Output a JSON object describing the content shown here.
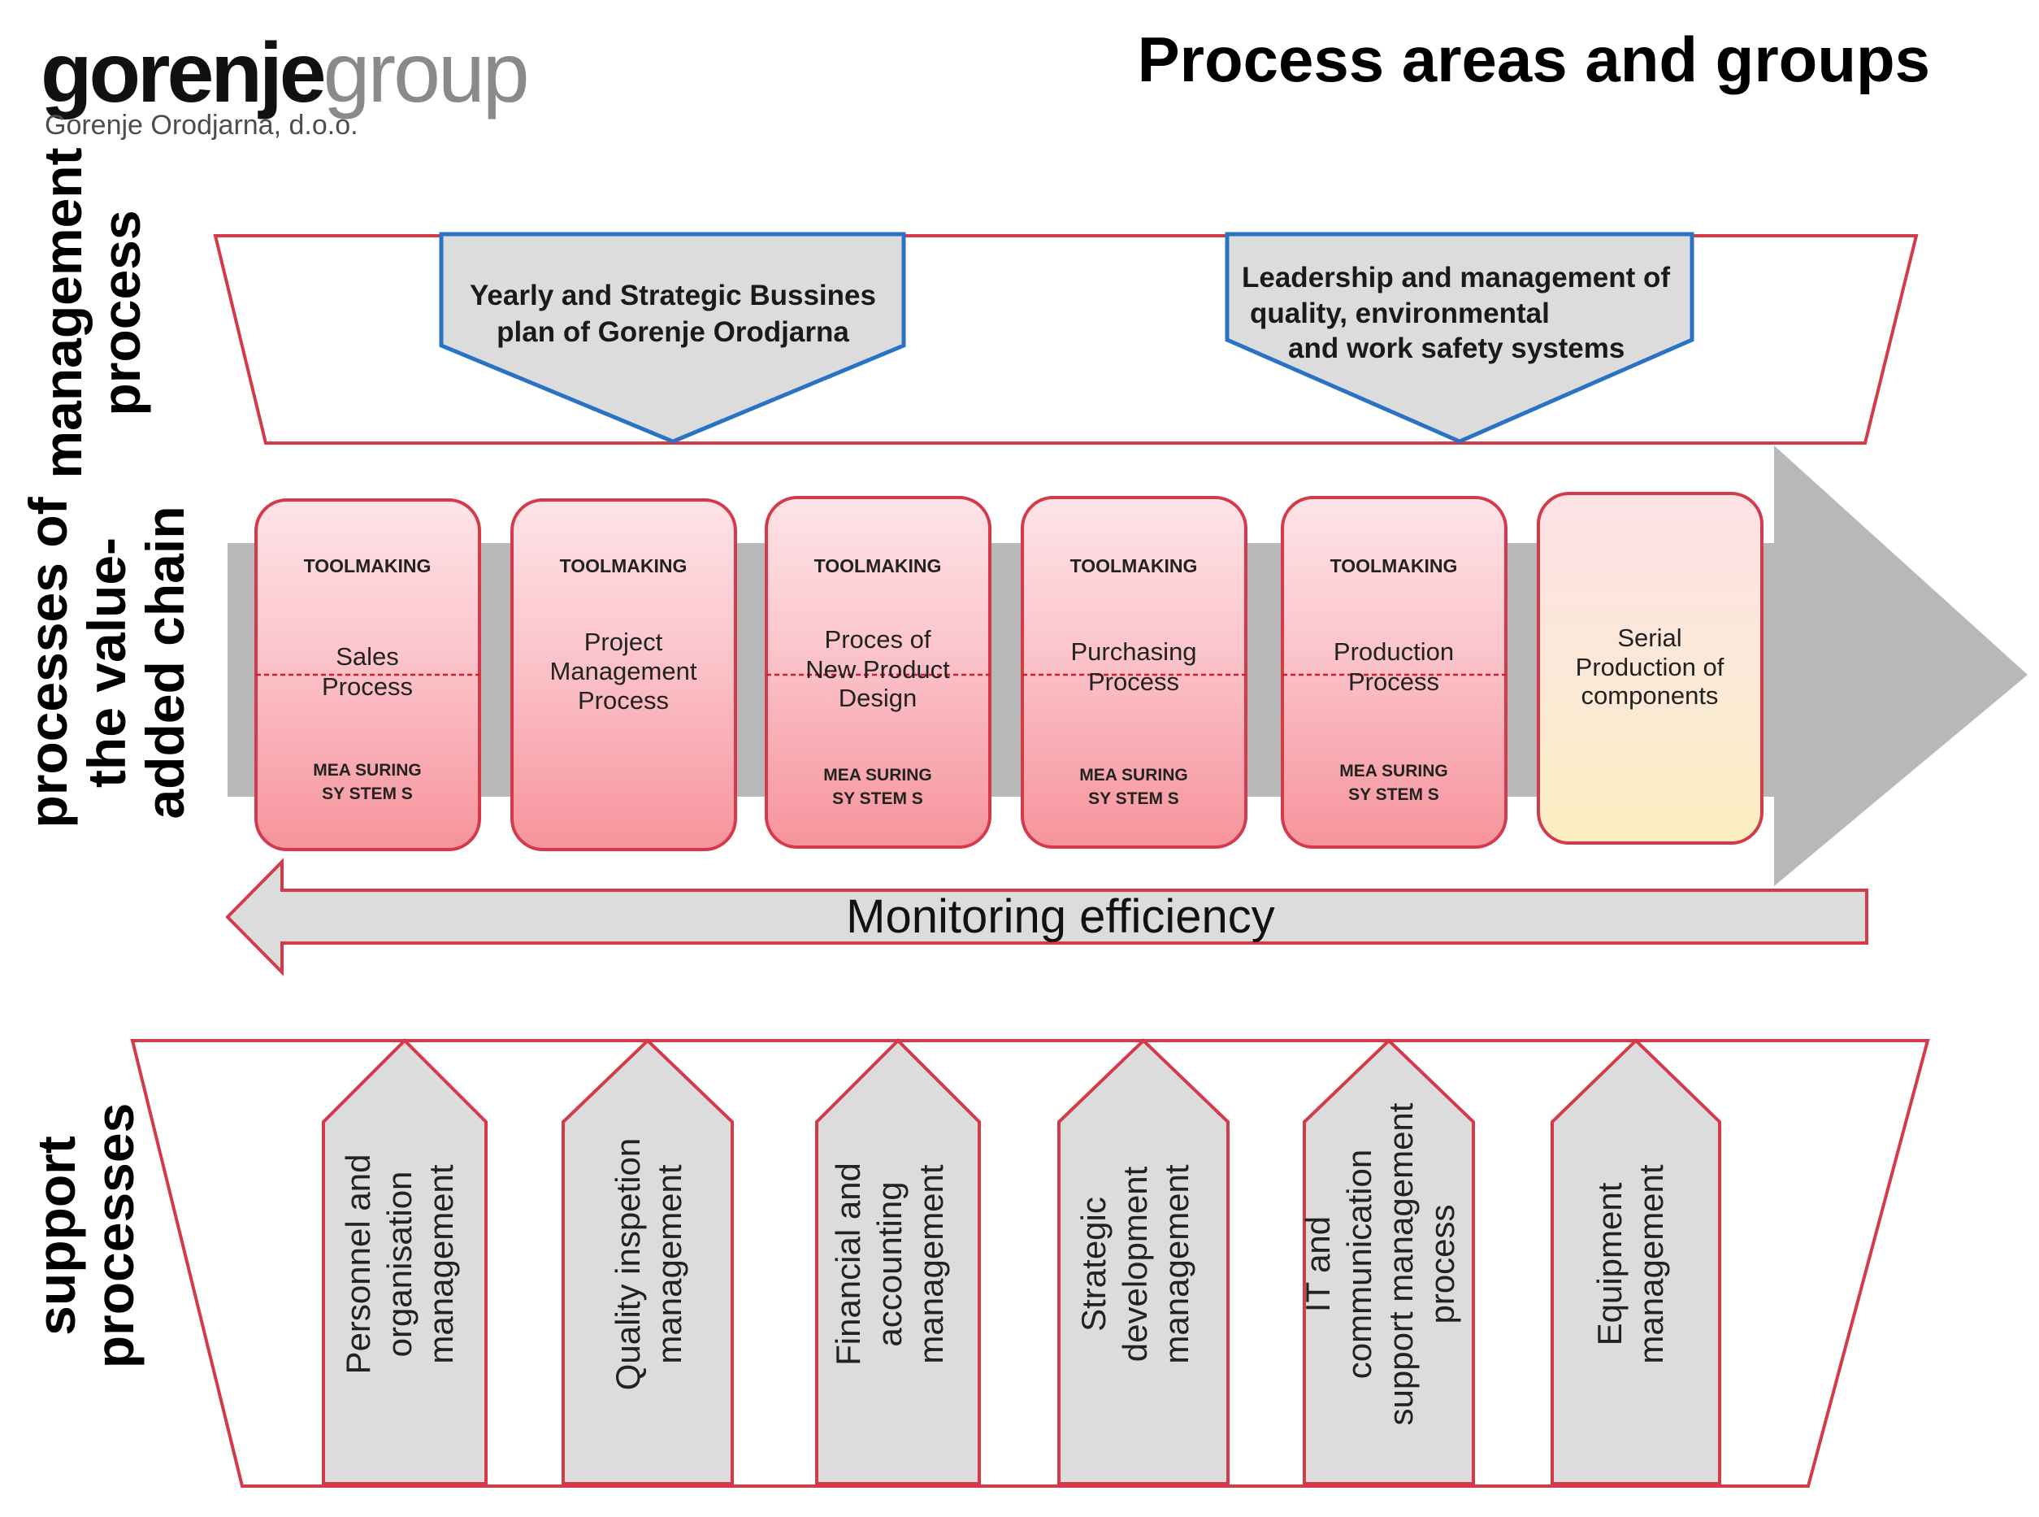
{
  "header": {
    "logo_bold": "gorenje",
    "logo_light": "group",
    "company": "Gorenje Orodjarna, d.o.o.",
    "title": "Process areas and groups"
  },
  "sections": {
    "management": [
      "management",
      "process"
    ],
    "value_chain": [
      "processes of",
      "the value-",
      "added chain"
    ],
    "support": [
      "support",
      "processes"
    ]
  },
  "management_boxes": [
    {
      "lines": [
        "Yearly and Strategic Bussines",
        "plan of Gorenje Orodjarna"
      ]
    },
    {
      "lines": [
        "Leadership and management of",
        "quality, environmental",
        "and work safety systems"
      ]
    }
  ],
  "value_chain": [
    {
      "top": "TOOLMAKING",
      "lines": [
        "Sales",
        "Process"
      ],
      "bottom": [
        "MEA SURING",
        "SY STEM S"
      ]
    },
    {
      "top": "TOOLMAKING",
      "lines": [
        "Project",
        "Management",
        "Process"
      ],
      "bottom": [
        "",
        ""
      ]
    },
    {
      "top": "TOOLMAKING",
      "lines": [
        "Proces of",
        "New Product",
        "Design"
      ],
      "bottom": [
        "MEA SURING",
        "SY STEM S"
      ]
    },
    {
      "top": "TOOLMAKING",
      "lines": [
        "Purchasing",
        "Process"
      ],
      "bottom": [
        "MEA SURING",
        "SY STEM S"
      ]
    },
    {
      "top": "TOOLMAKING",
      "lines": [
        "Production",
        "Process"
      ],
      "bottom": [
        "MEA SURING",
        "SY STEM S"
      ]
    },
    {
      "top": "",
      "lines": [
        "Serial",
        "Production of",
        "components"
      ],
      "bottom": [
        "",
        ""
      ]
    }
  ],
  "monitoring": "Monitoring efficiency",
  "support": [
    {
      "lines": [
        "Personnel and",
        "organisation",
        "management"
      ]
    },
    {
      "lines": [
        "Quality inspetion",
        "management"
      ]
    },
    {
      "lines": [
        "Financial and",
        "accounting",
        "management"
      ]
    },
    {
      "lines": [
        "Strategic",
        "development",
        "management"
      ]
    },
    {
      "lines": [
        "IT and",
        "communication",
        "support management",
        "process"
      ]
    },
    {
      "lines": [
        "Equipment",
        "management"
      ]
    }
  ],
  "colors": {
    "red_border": "#d43a4a",
    "blue_border": "#2a72c4",
    "gray_fill": "#dcdcdc",
    "arrow_gray": "#b8b8b8",
    "pink_top": "#fde4e8",
    "pink_bottom": "#f99aa2",
    "yellow_bottom": "#fbeec0"
  }
}
